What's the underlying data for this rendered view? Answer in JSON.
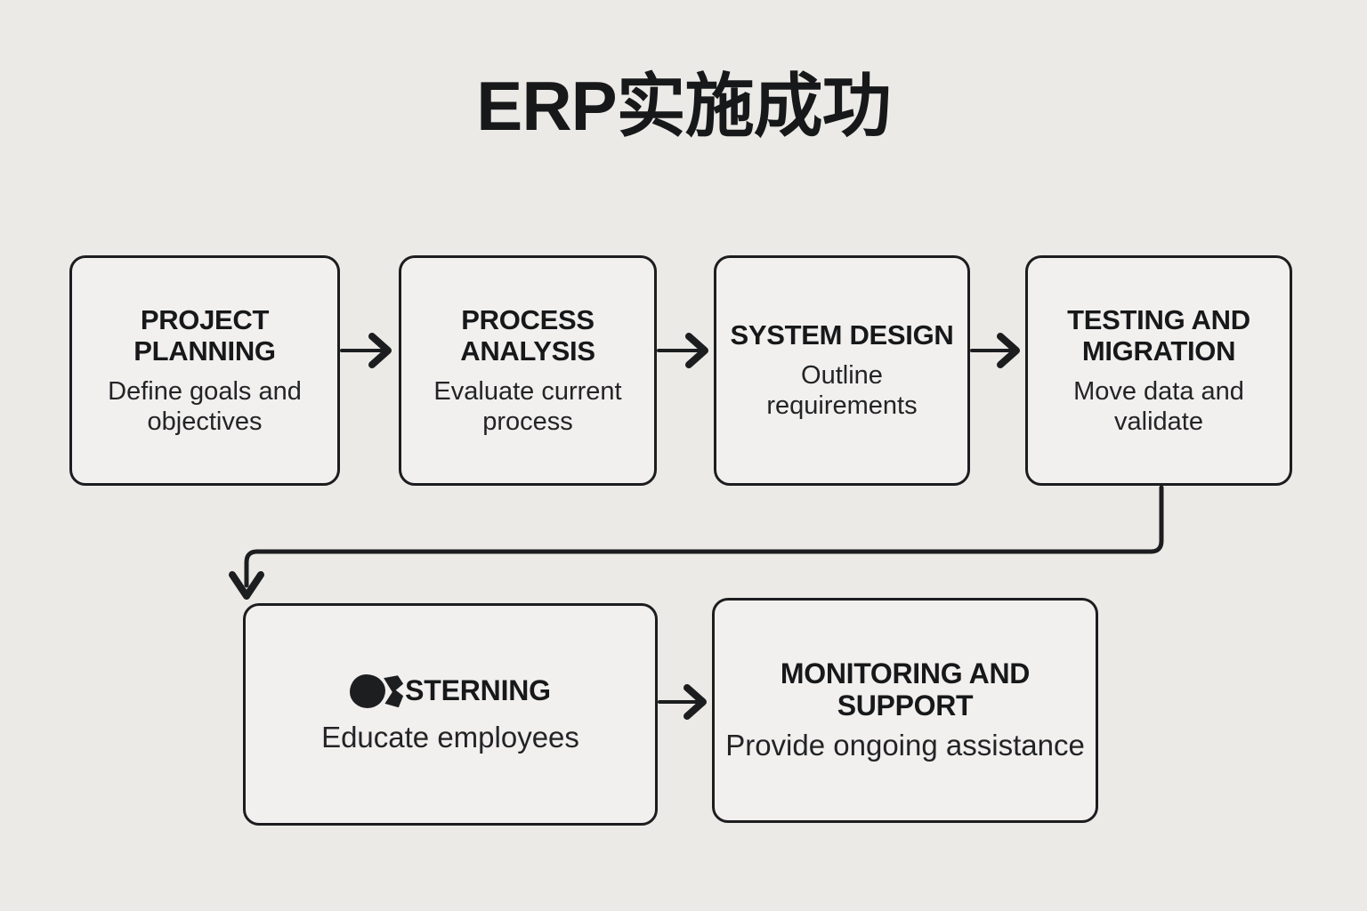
{
  "page": {
    "title": "ERP实施成功",
    "background_color": "#ECEAE7",
    "box_fill_color": "#F2F0EE",
    "stroke_color": "#1c1d1f",
    "text_color": "#17181a"
  },
  "diagram": {
    "type": "flowchart",
    "orientation": "left-to-right, wrapping to second row",
    "nodes": [
      {
        "id": "project-planning",
        "heading": "PROJECT PLANNING",
        "subtitle": "Define goals and objectives",
        "row": 1,
        "order": 1
      },
      {
        "id": "process-analysis",
        "heading": "PROCESS ANALYSIS",
        "subtitle": "Evaluate current process",
        "row": 1,
        "order": 2
      },
      {
        "id": "system-design",
        "heading": "SYSTEM DESIGN",
        "subtitle": "Outline requirements",
        "row": 1,
        "order": 3
      },
      {
        "id": "testing-and-migration",
        "heading": "TESTING AND MIGRATION",
        "subtitle": "Move data and validate",
        "row": 1,
        "order": 4
      },
      {
        "id": "user-training",
        "heading": "STERNING",
        "heading_note": "rendering corrupted: leading glyphs render as solid blob shapes",
        "subtitle": "Educate employees",
        "row": 2,
        "order": 5
      },
      {
        "id": "monitoring-and-support",
        "heading": "MONITORING AND SUPPORT",
        "subtitle": "Provide ongoing assistance",
        "row": 2,
        "order": 6
      }
    ],
    "connectors": [
      {
        "from": "project-planning",
        "to": "process-analysis",
        "style": "straight-arrow-right"
      },
      {
        "from": "process-analysis",
        "to": "system-design",
        "style": "straight-arrow-right"
      },
      {
        "from": "system-design",
        "to": "testing-and-migration",
        "style": "straight-arrow-right"
      },
      {
        "from": "testing-and-migration",
        "to": "user-training",
        "style": "elbow-wrap-arrow-down"
      },
      {
        "from": "user-training",
        "to": "monitoring-and-support",
        "style": "straight-arrow-right"
      }
    ]
  }
}
